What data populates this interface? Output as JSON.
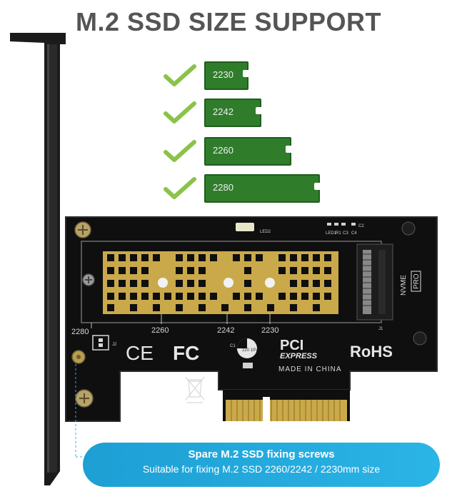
{
  "title": "M.2 SSD SIZE SUPPORT",
  "sizes": [
    {
      "label": "2230"
    },
    {
      "label": "2242"
    },
    {
      "label": "2260"
    },
    {
      "label": "2280"
    }
  ],
  "board": {
    "size_markers": [
      "2280",
      "2260",
      "2242",
      "2230"
    ],
    "led_label": "LED2",
    "small_labels": [
      "LED1",
      "R1",
      "C3",
      "C4",
      "C2",
      "J2",
      "J1",
      "C1"
    ],
    "cap_text": "220 10V",
    "ce_mark": "CE",
    "fc_mark": "FC",
    "pci_text": "PCI",
    "express_text": "EXPRESS",
    "rohs_text": "RoHS",
    "made_in": "MADE IN CHINA",
    "nvme_text": "NVME",
    "pro_text": "PRO"
  },
  "banner": {
    "line1": "Spare M.2 SSD fixing screws",
    "line2": "Suitable for fixing M.2 SSD 2260/2242 / 2230mm size"
  },
  "colors": {
    "ssd_green": "#2f7d2b",
    "check_green": "#8bc34a",
    "board_black": "#111111",
    "gold": "#c9a94a",
    "banner_blue": "#1d9fd4"
  }
}
